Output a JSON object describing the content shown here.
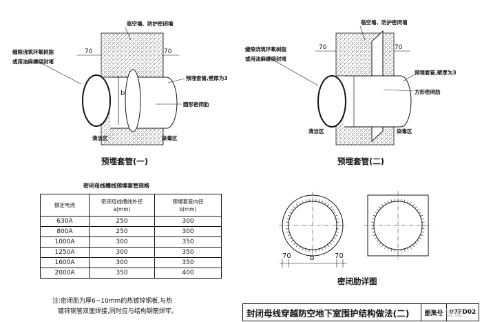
{
  "left_figure": {
    "wall_label": "临空墙、防护密闭墙",
    "seal_label_line1": "缝隙浇筑环氧树脂",
    "seal_label_line2": "或用油麻缠绕封堵",
    "dim_70": "70",
    "dim_b": "b",
    "sleeve_label": "预埋套管,壁厚为3",
    "rib_label": "圆形密闭肋",
    "zone_clean": "清洁区",
    "zone_toxic": "染毒区",
    "caption": "预埋套管(一)"
  },
  "right_figure": {
    "wall_label": "临空墙、防护密闭墙",
    "seal_label_line1": "缝隙浇筑环氧树脂",
    "seal_label_line2": "或用油麻缠绕封堵",
    "dim_70": "70",
    "sleeve_label": "预埋套管,壁厚为3",
    "rib_label": "方形密闭肋",
    "zone_clean": "清洁区",
    "zone_toxic": "染毒区",
    "caption": "预埋套管(二)"
  },
  "table": {
    "title": "密闭母线槽线预埋套管规格",
    "headers": [
      "额定电流",
      "密闭母线槽线外径\na(mm)",
      "预埋套管内径\nb(mm)"
    ],
    "rows": [
      [
        "630A",
        "250",
        "300"
      ],
      [
        "800A",
        "250",
        "300"
      ],
      [
        "1000A",
        "300",
        "350"
      ],
      [
        "1250A",
        "300",
        "350"
      ],
      [
        "1600A",
        "300",
        "350"
      ],
      [
        "2000A",
        "350",
        "400"
      ]
    ]
  },
  "detail": {
    "dim_left": "70",
    "dim_b": "b",
    "dim_right": "70",
    "caption": "密闭肋详图"
  },
  "note": {
    "line1": "注:密闭肋为厚6~10mm的热镀锌钢板,与热",
    "line2": "镀锌钢管双面焊接,同时应与结构钢筋焊牢。"
  },
  "title_block": {
    "title": "封闭母线穿越防空地下室围护结构做法(二)",
    "atlas_label": "图集号",
    "atlas_number": "07FD02"
  },
  "watermark": "人人管道"
}
